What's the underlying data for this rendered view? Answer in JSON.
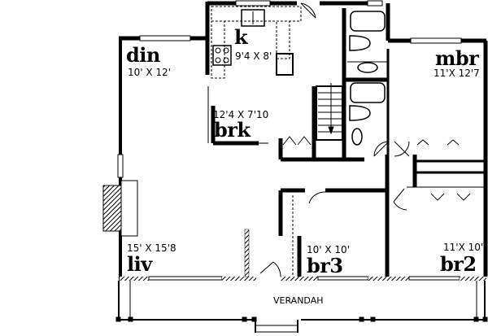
{
  "plan": {
    "rooms": {
      "din": {
        "name": "din",
        "size": "10' X 12'"
      },
      "k": {
        "name": "k",
        "size": "9'4 X 8'"
      },
      "brk": {
        "name": "brk",
        "size": "12'4 X 7'10"
      },
      "mbr": {
        "name": "mbr",
        "size": "11'X 12'7"
      },
      "liv": {
        "name": "liv",
        "size": "15' X 15'8"
      },
      "br3": {
        "name": "br3",
        "size": "10' X 10'"
      },
      "br2": {
        "name": "br2",
        "size": "11'X 10'"
      }
    },
    "verandah": {
      "label": "VERANDAH"
    },
    "colors": {
      "wall": "#000000",
      "background": "#ffffff"
    }
  }
}
